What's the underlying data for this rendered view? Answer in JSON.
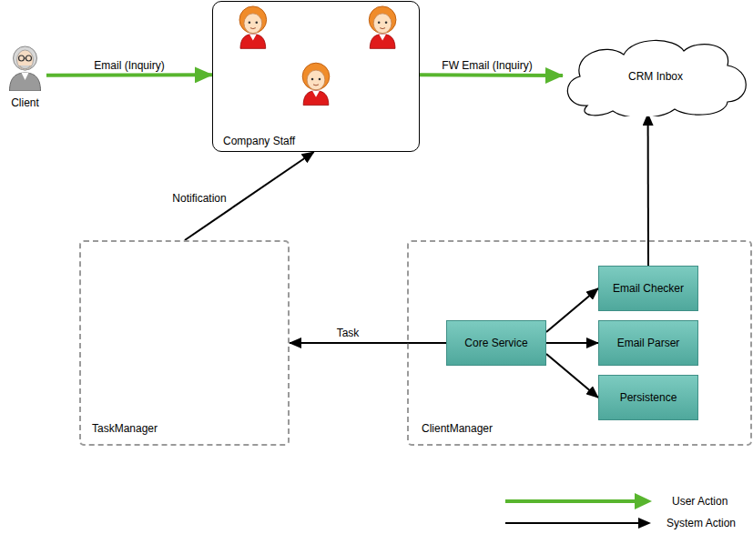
{
  "diagram": {
    "nodes": [
      {
        "text": [
          "Client"
        ]
      },
      {
        "text": [
          "Company Staff"
        ]
      },
      {
        "text": [
          "CRM Inbox"
        ]
      },
      {
        "text": [
          "TaskManager"
        ]
      },
      {
        "text": [
          "ClientManager"
        ]
      },
      {
        "text": [
          "Core Service"
        ],
        "in": 4
      },
      {
        "text": [
          "Email Checker"
        ],
        "in": 4
      },
      {
        "text": [
          "Email Parser"
        ],
        "in": 4
      },
      {
        "text": [
          "Persistence"
        ],
        "in": 4
      }
    ],
    "edges": [
      {
        "from": 0,
        "to": 1,
        "label": "Email (Inquiry)",
        "arrow": "to"
      },
      {
        "from": 1,
        "to": 2,
        "label": "FW Email (Inquiry)",
        "arrow": "to"
      },
      {
        "from": 3,
        "to": 1,
        "label": "Notification",
        "arrow": "to"
      },
      {
        "from": 6,
        "to": 2,
        "arrow": "to"
      },
      {
        "from": 5,
        "to": 3,
        "label": "Task",
        "arrow": "to"
      },
      {
        "from": 5,
        "to": 6,
        "arrow": "to"
      },
      {
        "from": 5,
        "to": 7,
        "arrow": "to"
      },
      {
        "from": 5,
        "to": 8,
        "arrow": "to"
      }
    ],
    "legend": [
      {
        "text": "User Action"
      },
      {
        "text": "System Action"
      }
    ]
  }
}
